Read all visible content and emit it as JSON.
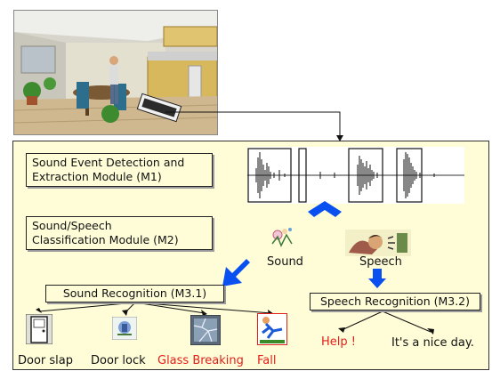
{
  "modules": {
    "m1": [
      "Sound Event Detection and",
      "Extraction Module (M1)"
    ],
    "m2": [
      "Sound/Speech",
      "Classification Module (M2)"
    ],
    "m31": "Sound Recognition (M3.1)",
    "m32": "Speech Recognition (M3.2)"
  },
  "classes": {
    "sound": "Sound",
    "speech": "Speech"
  },
  "sound_outcomes": [
    "Door slap",
    "Door lock",
    "Glass Breaking",
    "Fall"
  ],
  "speech_outcomes": [
    "Help !",
    "It's a nice day."
  ],
  "colors": {
    "panel": "#fffdd8",
    "arrow": "#0a4ff0",
    "alert": "#e0201a"
  },
  "icons": [
    "kitchen-scene",
    "microphone-icon",
    "sound-icon",
    "speech-icon",
    "door-slap-icon",
    "door-lock-icon",
    "glass-breaking-icon",
    "fall-icon"
  ]
}
